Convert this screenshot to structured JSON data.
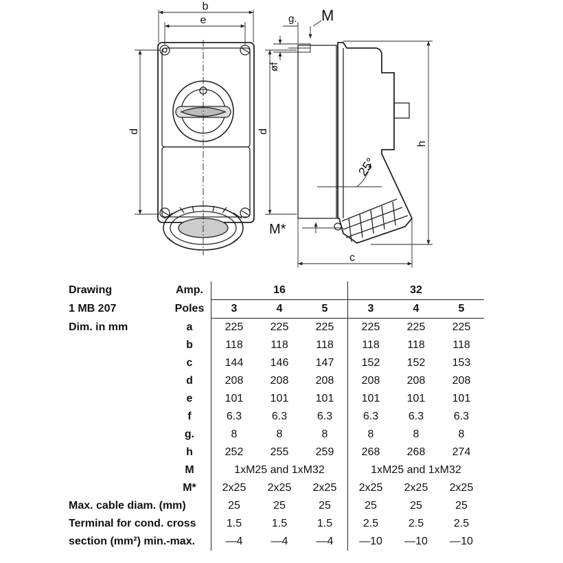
{
  "drawing_labels": {
    "b": "b",
    "e": "e",
    "g": "g.",
    "M": "M",
    "phi_f": "øf",
    "d_left": "d",
    "d_right": "d",
    "h": "h",
    "angle": "25°",
    "M_star": "M*",
    "c": "c"
  },
  "table": {
    "title_line1": "Drawing",
    "title_line2": "1 MB 207",
    "amp_label": "Amp.",
    "poles_label": "Poles",
    "amp_groups": [
      "16",
      "32"
    ],
    "poles": [
      "3",
      "4",
      "5",
      "3",
      "4",
      "5"
    ],
    "dim_label": "Dim. in mm",
    "rows": [
      {
        "key": "a",
        "values": [
          "225",
          "225",
          "225",
          "225",
          "225",
          "225"
        ]
      },
      {
        "key": "b",
        "values": [
          "118",
          "118",
          "118",
          "118",
          "118",
          "118"
        ]
      },
      {
        "key": "c",
        "values": [
          "144",
          "146",
          "147",
          "152",
          "152",
          "153"
        ]
      },
      {
        "key": "d",
        "values": [
          "208",
          "208",
          "208",
          "208",
          "208",
          "208"
        ]
      },
      {
        "key": "e",
        "values": [
          "101",
          "101",
          "101",
          "101",
          "101",
          "101"
        ]
      },
      {
        "key": "f",
        "values": [
          "6.3",
          "6.3",
          "6.3",
          "6.3",
          "6.3",
          "6.3"
        ]
      },
      {
        "key": "g.",
        "values": [
          "8",
          "8",
          "8",
          "8",
          "8",
          "8"
        ]
      },
      {
        "key": "h",
        "values": [
          "252",
          "255",
          "259",
          "268",
          "268",
          "274"
        ]
      }
    ],
    "m_row": {
      "key": "M",
      "group_16": "1xM25 and 1xM32",
      "group_32": "1xM25 and 1xM32"
    },
    "mstar_row": {
      "key": "M*",
      "values": [
        "2x25",
        "2x25",
        "2x25",
        "2x25",
        "2x25",
        "2x25"
      ]
    },
    "cable_row": {
      "label": "Max. cable diam. (mm)",
      "values": [
        "25",
        "25",
        "25",
        "25",
        "25",
        "25"
      ]
    },
    "terminal_row1": {
      "label": "Terminal for cond. cross",
      "values": [
        "1.5",
        "1.5",
        "1.5",
        "2.5",
        "2.5",
        "2.5"
      ]
    },
    "terminal_row2": {
      "label": "section (mm²) min.-max.",
      "values": [
        "—4",
        "—4",
        "—4",
        "—10",
        "—10",
        "—10"
      ]
    }
  }
}
